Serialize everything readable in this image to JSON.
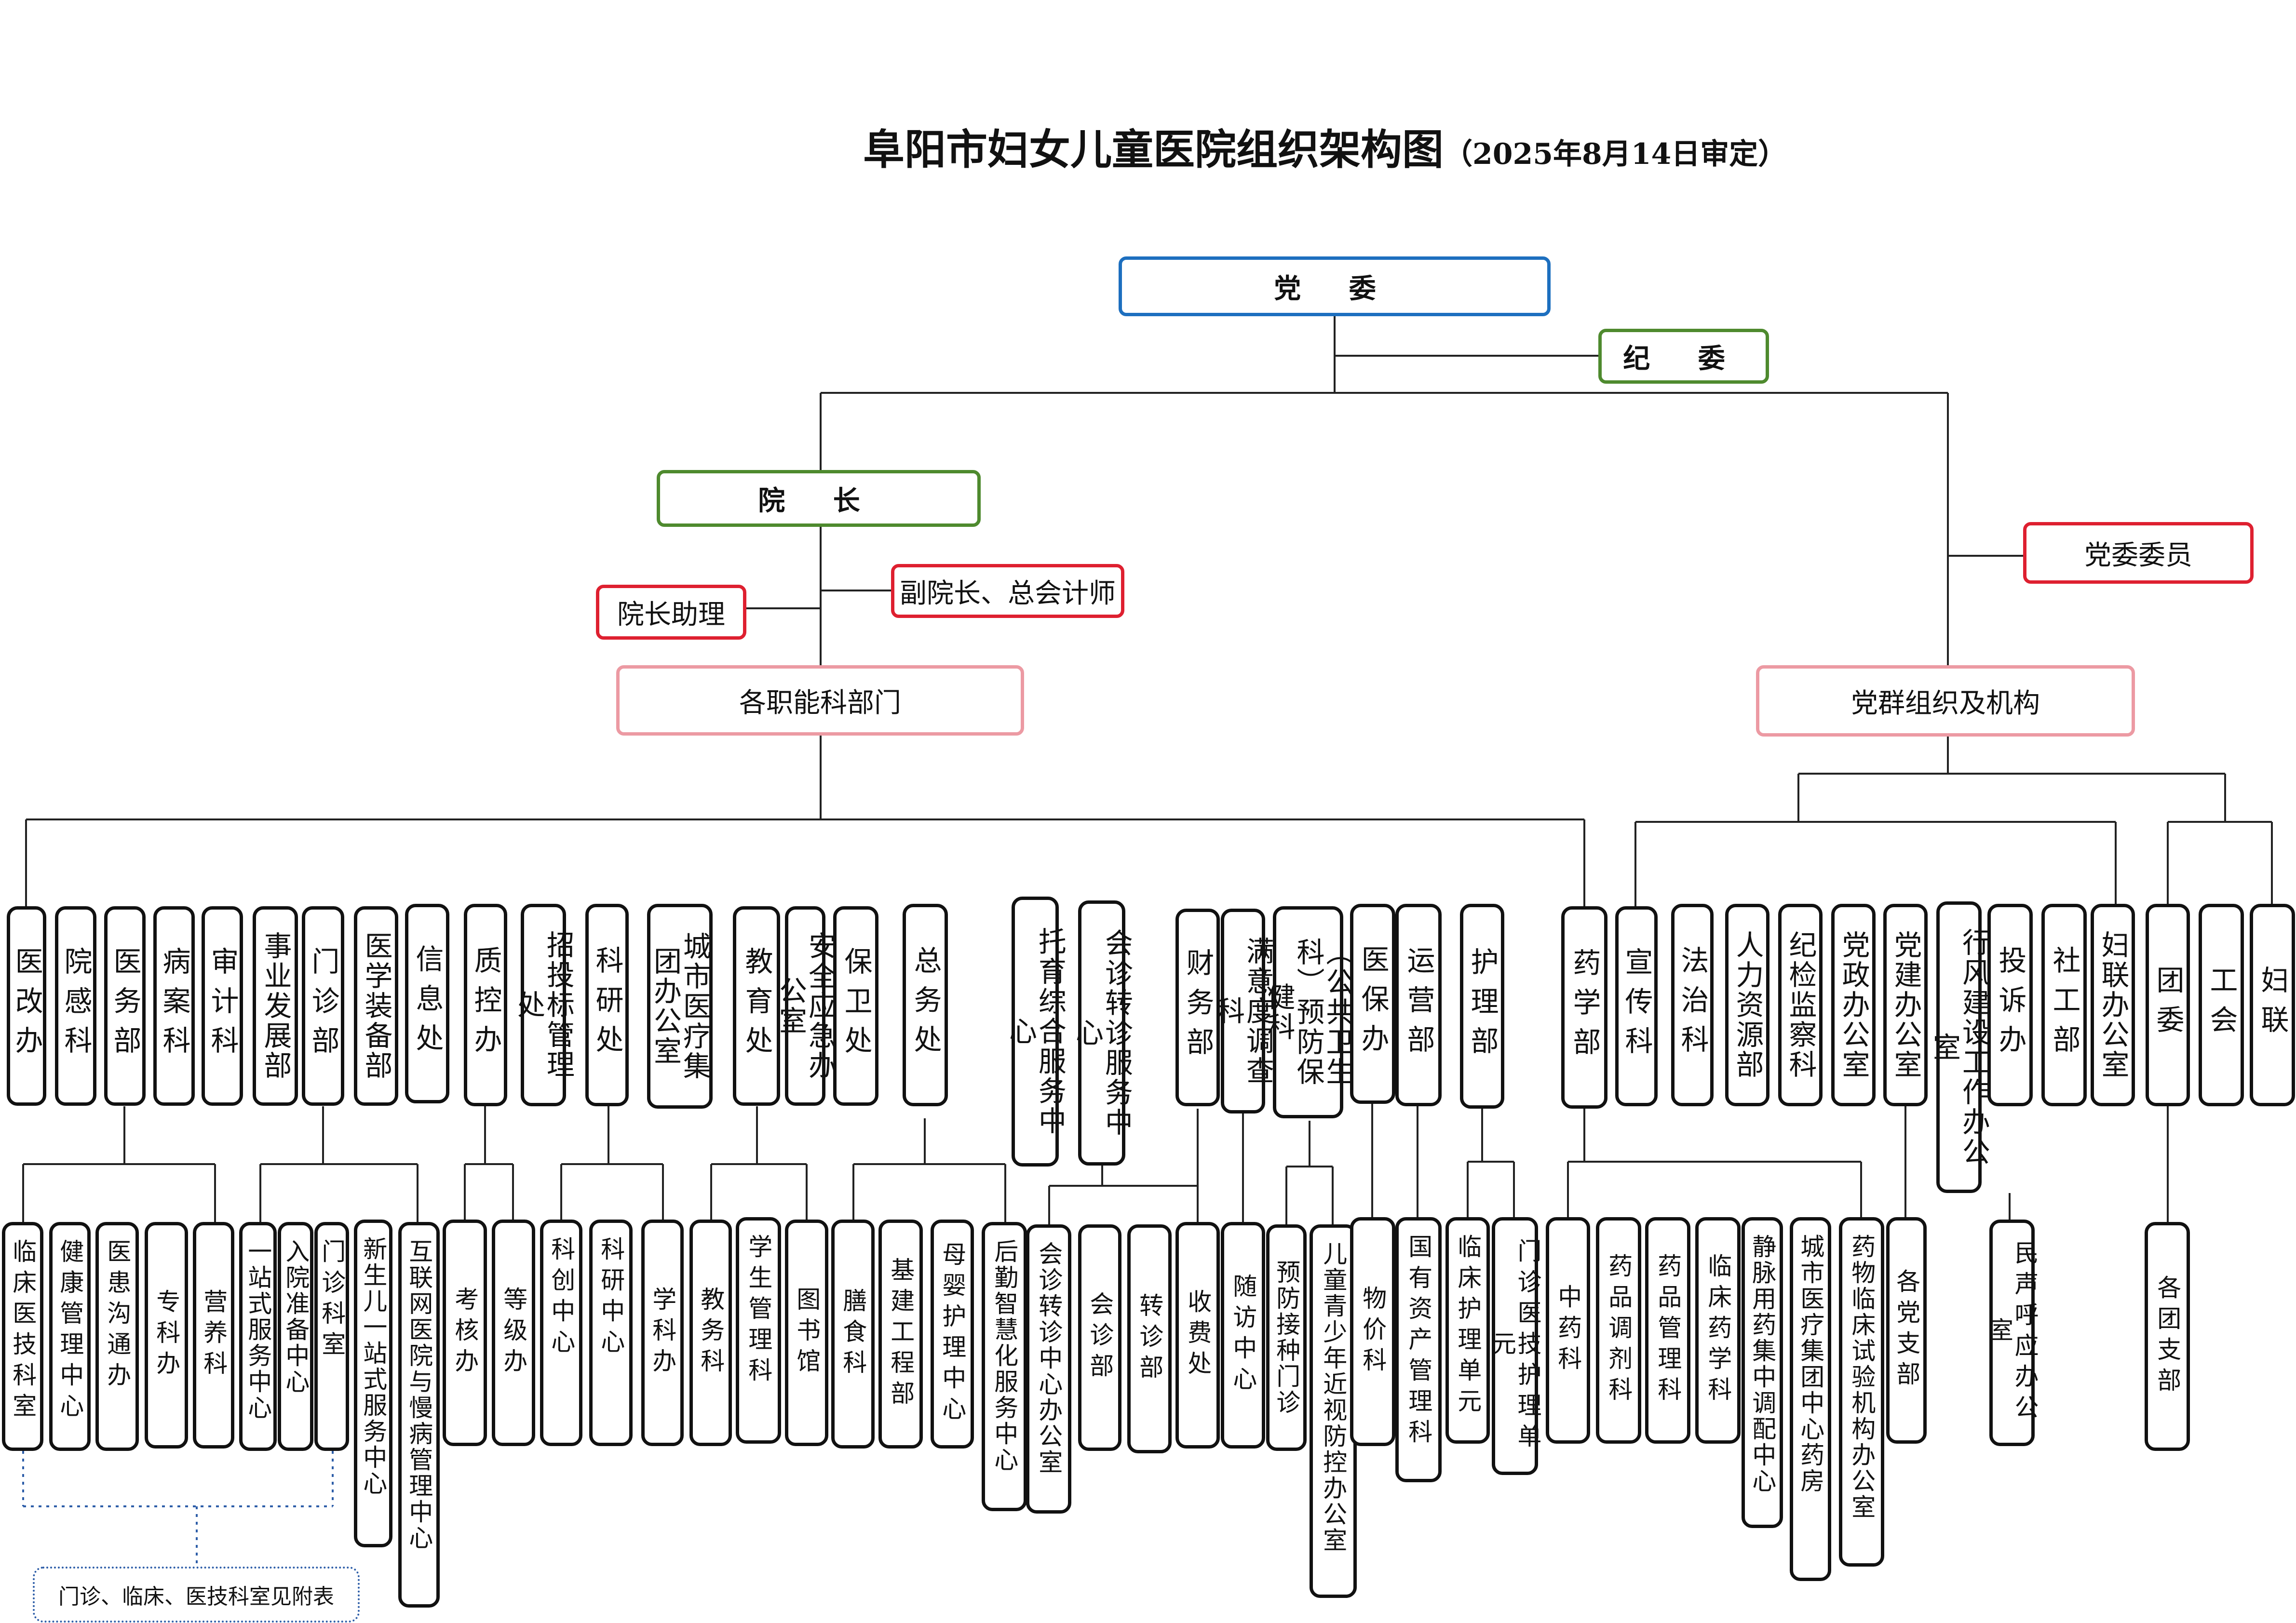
{
  "title": {
    "main": "阜阳市妇女儿童医院组织架构图",
    "sub": "（2025年8月14日审定）"
  },
  "top": {
    "dangwei": "党 委",
    "jiwei": "纪 委",
    "yuanzhang": "院 长",
    "fuyuanzhang": "副院长、总会计师",
    "yuanzhangzhuli": "院长助理",
    "dangweiweiyuan": "党委委员",
    "zhineng": "各职能科部门",
    "dangqun": "党群组织及机构"
  },
  "departments": [
    "医改办",
    "院感科",
    "医务部",
    "病案科",
    "审计科",
    "事业发展部",
    "门诊部",
    "医学装备部",
    "信息处",
    "质控办",
    "招投标管理处",
    "科研处",
    "城市医疗集团办公室",
    "教育处",
    "安全应急办公室",
    "保卫处",
    "总务处",
    "托育综合服务中心",
    "会诊转诊服务中心",
    "财务部",
    "满意度调查科",
    "（公共卫生科）预防保健科",
    "医保办",
    "运营部",
    "护理部",
    "药学部",
    "宣传科",
    "法治科",
    "人力资源部",
    "纪检监察科",
    "党政办公室",
    "党建办公室",
    "行风建设工作办公室",
    "投诉办",
    "社工部",
    "妇联办公室",
    "团委",
    "工会",
    "妇联"
  ],
  "subunits": [
    "临床医技科室",
    "健康管理中心",
    "医患沟通办",
    "专科办",
    "营养科",
    "一站式服务中心",
    "入院准备中心",
    "门诊科室",
    "新生儿一站式服务中心",
    "互联网医院与慢病管理中心",
    "考核办",
    "等级办",
    "科创中心",
    "科研中心",
    "学科办",
    "教务科",
    "学生管理科",
    "图书馆",
    "膳食科",
    "基建工程部",
    "母婴护理中心",
    "后勤智慧化服务中心",
    "会诊转诊中心办公室",
    "会诊部",
    "转诊部",
    "收费处",
    "随访中心",
    "预防接种门诊",
    "儿童青少年近视防控办公室",
    "物价科",
    "国有资产管理科",
    "临床护理单元",
    "门诊医技护理单元",
    "中药科",
    "药品调剂科",
    "药品管理科",
    "临床药学科",
    "静脉用药集中调配中心",
    "城市医疗集团中心药房",
    "药物临床试验机构办公室",
    "各党支部",
    "民声呼应办公室",
    "各团支部"
  ],
  "note": "门诊、临床、医技科室见附表",
  "colors": {
    "blue": "#1d6fbf",
    "green": "#4e8a2e",
    "red": "#de2030",
    "pink": "#ec9aa3",
    "light_green": "#8cc863",
    "note_border": "#2e5ea8"
  }
}
